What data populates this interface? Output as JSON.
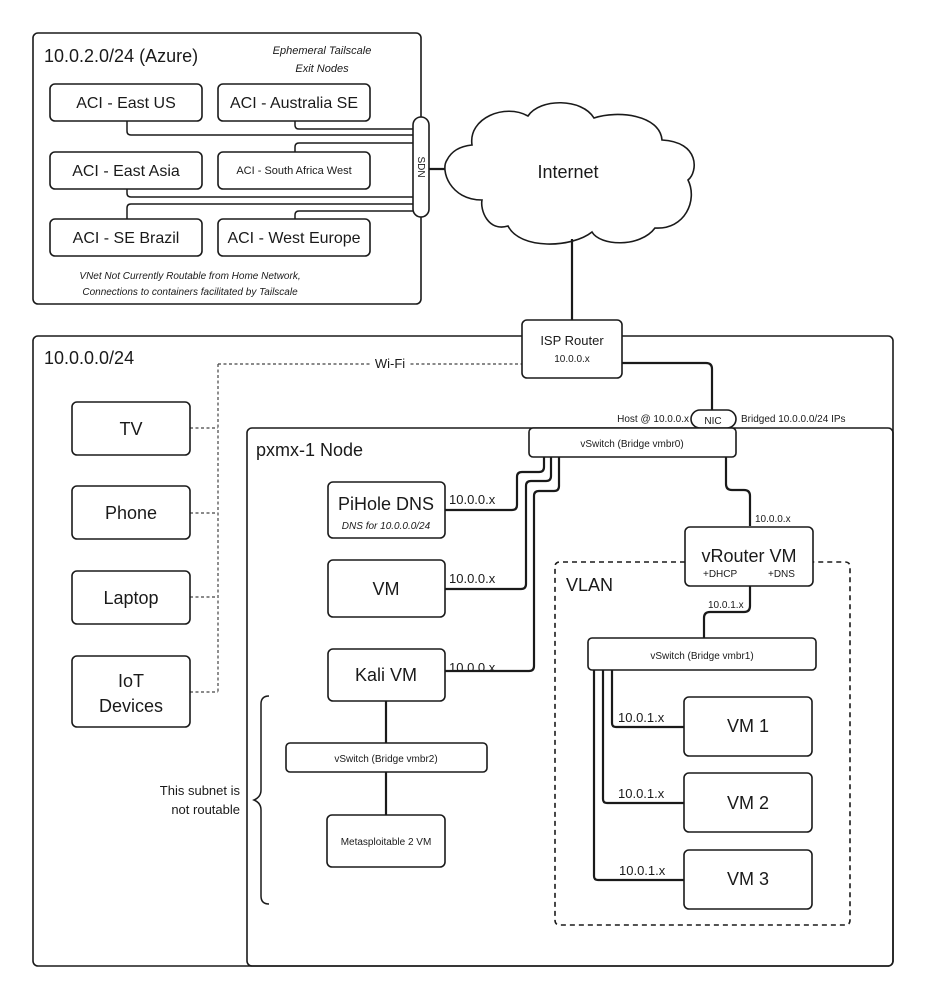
{
  "azure": {
    "title": "10.0.2.0/24 (Azure)",
    "note_line1": "Ephemeral Tailscale",
    "note_line2": "Exit Nodes",
    "nodes": [
      {
        "label": "ACI - East US"
      },
      {
        "label": "ACI - Australia SE"
      },
      {
        "label": "ACI - East Asia"
      },
      {
        "label": "ACI - South Africa West"
      },
      {
        "label": "ACI - SE Brazil"
      },
      {
        "label": "ACI - West Europe"
      }
    ],
    "sdn_label": "SDN",
    "footer_line1": "VNet Not Currently Routable from Home Network,",
    "footer_line2": "Connections to containers facilitated by Tailscale"
  },
  "internet": {
    "label": "Internet"
  },
  "isp_router": {
    "title": "ISP Router",
    "ip": "10.0.0.x"
  },
  "home": {
    "title": "10.0.0.0/24",
    "wifi_label": "Wi-Fi",
    "devices": [
      {
        "label": "TV"
      },
      {
        "label": "Phone"
      },
      {
        "label": "Laptop"
      },
      {
        "label_line1": "IoT",
        "label_line2": "Devices"
      }
    ]
  },
  "nic": {
    "label": "NIC",
    "host_label": "Host @ 10.0.0.x",
    "bridged_label": "Bridged 10.0.0.0/24 IPs"
  },
  "node": {
    "title": "pxmx-1 Node",
    "vswitch0": "vSwitch (Bridge vmbr0)",
    "pihole": {
      "title": "PiHole DNS",
      "subtitle": "DNS for 10.0.0.0/24",
      "ip": "10.0.0.x"
    },
    "vm": {
      "title": "VM",
      "ip": "10.0.0.x"
    },
    "kali": {
      "title": "Kali VM",
      "ip": "10.0.0.x"
    },
    "vswitch2": "vSwitch (Bridge vmbr2)",
    "metasploitable": "Metasploitable 2 VM",
    "isolated_note_line1": "This subnet is",
    "isolated_note_line2": "not routable",
    "vrouter": {
      "title": "vRouter VM",
      "dhcp": "+DHCP",
      "dns": "+DNS",
      "wan_ip": "10.0.0.x",
      "lan_ip": "10.0.1.x"
    },
    "vlan": {
      "title": "VLAN",
      "vswitch1": "vSwitch (Bridge vmbr1)",
      "vms": [
        {
          "label": "VM 1",
          "ip": "10.0.1.x"
        },
        {
          "label": "VM 2",
          "ip": "10.0.1.x"
        },
        {
          "label": "VM 3",
          "ip": "10.0.1.x"
        }
      ]
    }
  }
}
